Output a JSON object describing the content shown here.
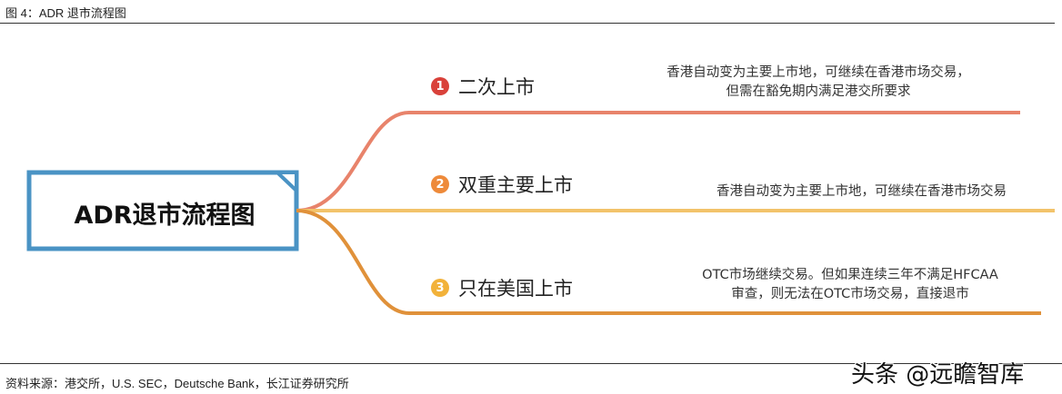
{
  "header": {
    "figure_title": "图 4：ADR 退市流程图"
  },
  "diagram": {
    "root": {
      "label": "ADR退市流程图"
    },
    "branches": [
      {
        "number": "1",
        "label": "二次上市",
        "color": "#e8836b",
        "badge_color": "#d9413a",
        "desc_line1": "香港自动变为主要上市地，可继续在香港市场交易，",
        "desc_line2": "但需在豁免期内满足港交所要求"
      },
      {
        "number": "2",
        "label": "双重主要上市",
        "color": "#f2c36b",
        "badge_color": "#ee8a3a",
        "desc_line1": "香港自动变为主要上市地，可继续在香港市场交易",
        "desc_line2": ""
      },
      {
        "number": "3",
        "label": "只在美国上市",
        "color": "#e0913a",
        "badge_color": "#f2b23a",
        "desc_line1": "OTC市场继续交易。但如果连续三年不满足HFCAA",
        "desc_line2": "审查，则无法在OTC市场交易，直接退市"
      }
    ]
  },
  "footer": {
    "source": "资料来源：港交所，U.S. SEC，Deutsche Bank，长江证券研究所",
    "watermark": "头条 @远瞻智库"
  },
  "colors": {
    "root_border": "#4a93c4"
  }
}
